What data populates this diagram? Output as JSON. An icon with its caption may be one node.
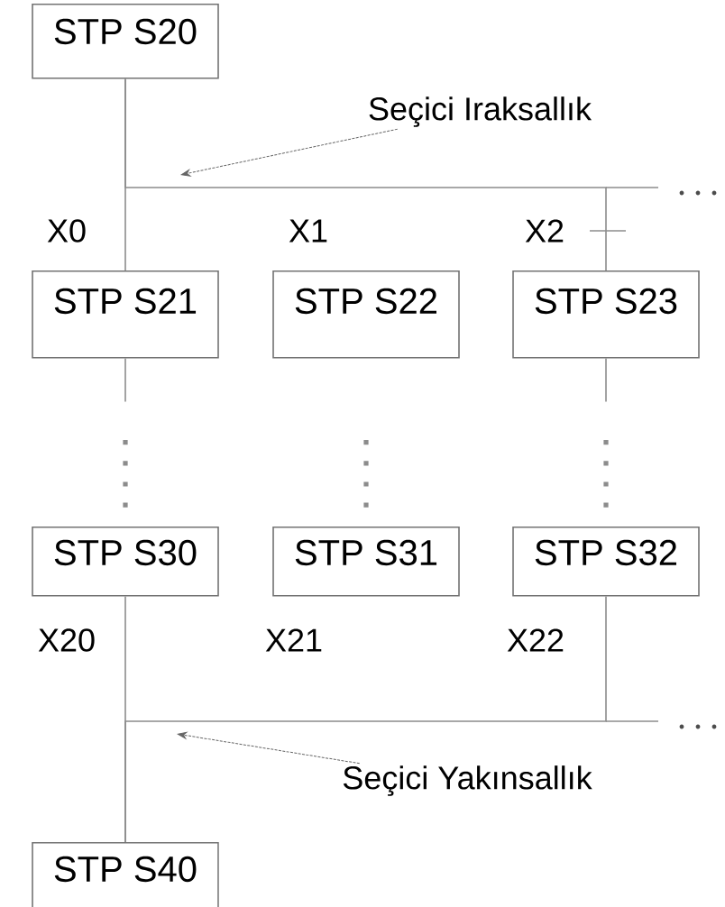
{
  "diagram": {
    "nodes": [
      {
        "text": [
          "STP S20"
        ]
      },
      {
        "text": [
          "STP S21"
        ]
      },
      {
        "text": [
          "STP S22"
        ]
      },
      {
        "text": [
          "STP S23"
        ]
      },
      {
        "text": [
          "STP S30"
        ]
      },
      {
        "text": [
          "STP S31"
        ]
      },
      {
        "text": [
          "STP S32"
        ]
      },
      {
        "text": [
          "STP S40"
        ]
      },
      {
        "text": [
          "Seçici Iraksallık"
        ]
      },
      {
        "text": [
          "Seçici Yakınsallık"
        ]
      }
    ],
    "edges": [
      {
        "from": 0,
        "to": 1,
        "arrow": "none"
      },
      {
        "from": 0,
        "to": 3,
        "arrow": "none"
      },
      {
        "from": 1,
        "to": 4,
        "arrow": "none",
        "style": "dashed"
      },
      {
        "from": 2,
        "to": 5,
        "arrow": "none",
        "style": "dashed"
      },
      {
        "from": 3,
        "to": 6,
        "arrow": "none",
        "style": "dashed"
      },
      {
        "from": 4,
        "to": 7,
        "arrow": "none"
      },
      {
        "from": 6,
        "to": 7,
        "arrow": "none"
      },
      {
        "from": 8,
        "to": null,
        "arrow": "to",
        "style": "dashed"
      },
      {
        "from": 9,
        "to": null,
        "arrow": "to",
        "style": "dashed"
      }
    ],
    "labels": [
      "X0",
      "X1",
      "X2",
      "X20",
      "X21",
      "X22"
    ]
  }
}
